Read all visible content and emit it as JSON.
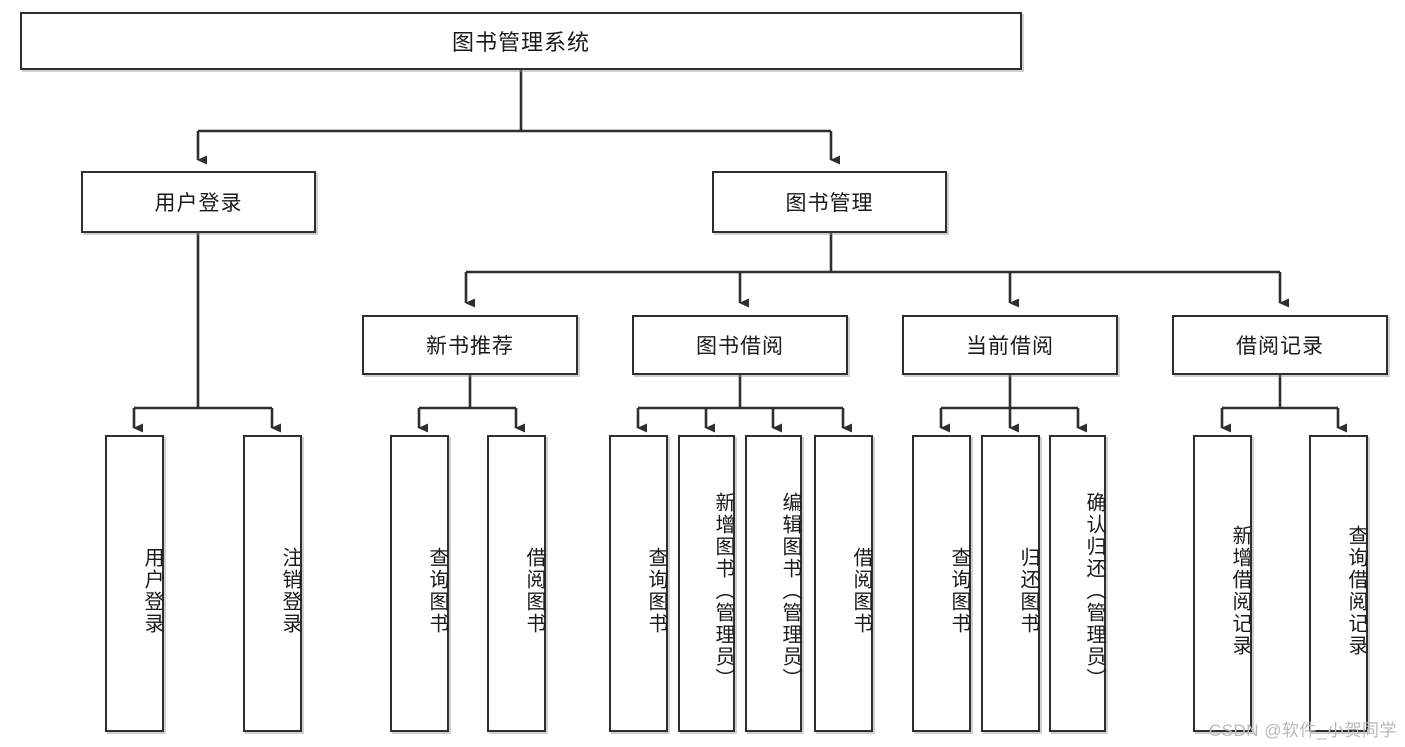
{
  "diagram": {
    "title": "图书管理系统",
    "type": "tree-hierarchy",
    "watermark": "CSDN @软件_小贺同学",
    "colors": {
      "box_border": "#2f2f2f",
      "box_fill": "#ffffff",
      "edge": "#2f2f2f",
      "text": "#1a1a1a",
      "watermark": "#b9b9b9"
    },
    "nodes": {
      "root": {
        "label": "图书管理系统"
      },
      "level2": [
        {
          "label": "用户登录"
        },
        {
          "label": "图书管理"
        }
      ],
      "level3": [
        {
          "label": "新书推荐"
        },
        {
          "label": "图书借阅"
        },
        {
          "label": "当前借阅"
        },
        {
          "label": "借阅记录"
        }
      ],
      "leaves": {
        "user_login": [
          {
            "label": "用户登录"
          },
          {
            "label": "注销登录"
          }
        ],
        "new_book_recommend": [
          {
            "label": "查询图书"
          },
          {
            "label": "借阅图书"
          }
        ],
        "book_borrow": [
          {
            "label": "查询图书"
          },
          {
            "label": "新增图书（管理员）"
          },
          {
            "label": "编辑图书（管理员）"
          },
          {
            "label": "借阅图书"
          }
        ],
        "current_borrow": [
          {
            "label": "查询图书"
          },
          {
            "label": "归还图书"
          },
          {
            "label": "确认归还（管理员）"
          }
        ],
        "borrow_record": [
          {
            "label": "新增借阅记录"
          },
          {
            "label": "查询借阅记录"
          }
        ]
      }
    }
  }
}
